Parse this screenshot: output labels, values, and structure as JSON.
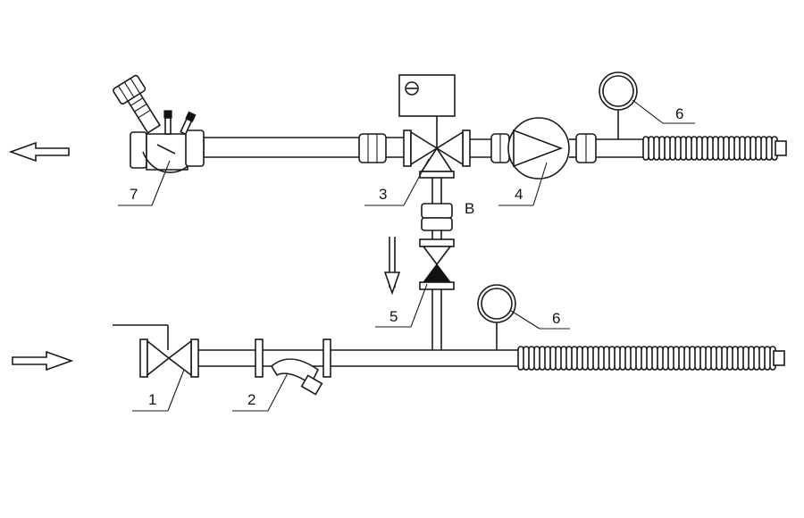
{
  "labels": {
    "c1": "1",
    "c2": "2",
    "c3": "3",
    "c4": "4",
    "c5": "5",
    "c6a": "6",
    "c6b": "6",
    "c7": "7",
    "port_b": "B"
  },
  "colors": {
    "line": "#1a1a1a",
    "background": "#ffffff",
    "fill_dark": "#111111"
  }
}
